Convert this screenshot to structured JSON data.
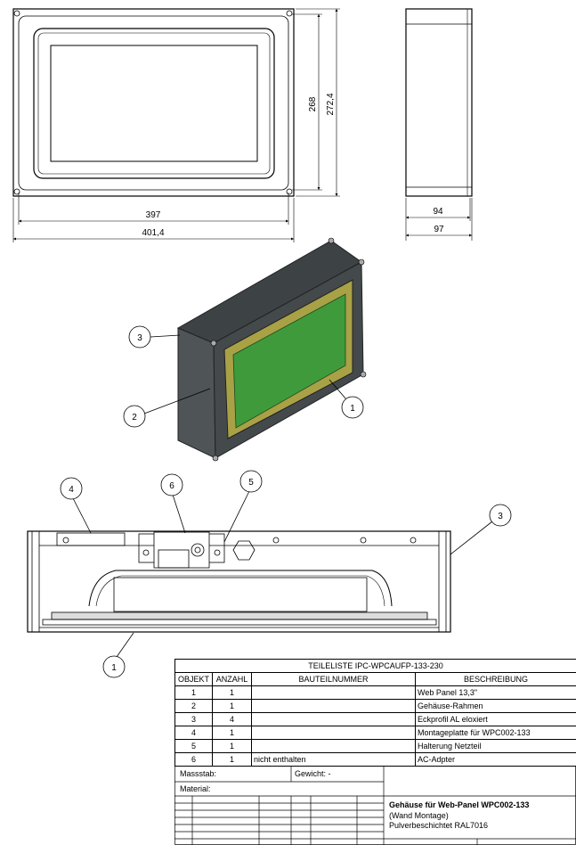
{
  "dimensions": {
    "front_width_inner": "397",
    "front_width_outer": "401,4",
    "front_height_inner": "268",
    "front_height_outer": "272,4",
    "side_depth_inner": "94",
    "side_depth_outer": "97"
  },
  "callouts": {
    "iso": [
      "3",
      "2",
      "1"
    ],
    "section": [
      "4",
      "6",
      "5",
      "3",
      "1"
    ]
  },
  "parts_list": {
    "title": "TEILELISTE IPC-WPCAUFP-133-230",
    "headers": [
      "OBJEKT",
      "ANZAHL",
      "BAUTEILNUMMER",
      "BESCHREIBUNG"
    ],
    "rows": [
      {
        "objekt": "1",
        "anzahl": "1",
        "bauteil": "",
        "beschreibung": "Web Panel 13,3\""
      },
      {
        "objekt": "2",
        "anzahl": "1",
        "bauteil": "",
        "beschreibung": "Gehäuse-Rahmen"
      },
      {
        "objekt": "3",
        "anzahl": "4",
        "bauteil": "",
        "beschreibung": "Eckprofil AL eloxiert"
      },
      {
        "objekt": "4",
        "anzahl": "1",
        "bauteil": "",
        "beschreibung": "Montageplatte für WPC002-133"
      },
      {
        "objekt": "5",
        "anzahl": "1",
        "bauteil": "",
        "beschreibung": "Halterung Netzteil"
      },
      {
        "objekt": "6",
        "anzahl": "1",
        "bauteil": "nicht enthalten",
        "beschreibung": "AC-Adpter"
      }
    ]
  },
  "title_block": {
    "massstab_label": "Massstab:",
    "gewicht_label": "Gewicht: -",
    "material_label": "Material:",
    "title": "Gehäuse für Web-Panel WPC002-133",
    "subtitle1": "(Wand Montage)",
    "subtitle2": "Pulverbeschichtet RAL7016"
  },
  "colors": {
    "screen_green": "#3f9a3c",
    "bezel_yellow": "#a9a146",
    "housing_dark": "#4b4f52"
  }
}
